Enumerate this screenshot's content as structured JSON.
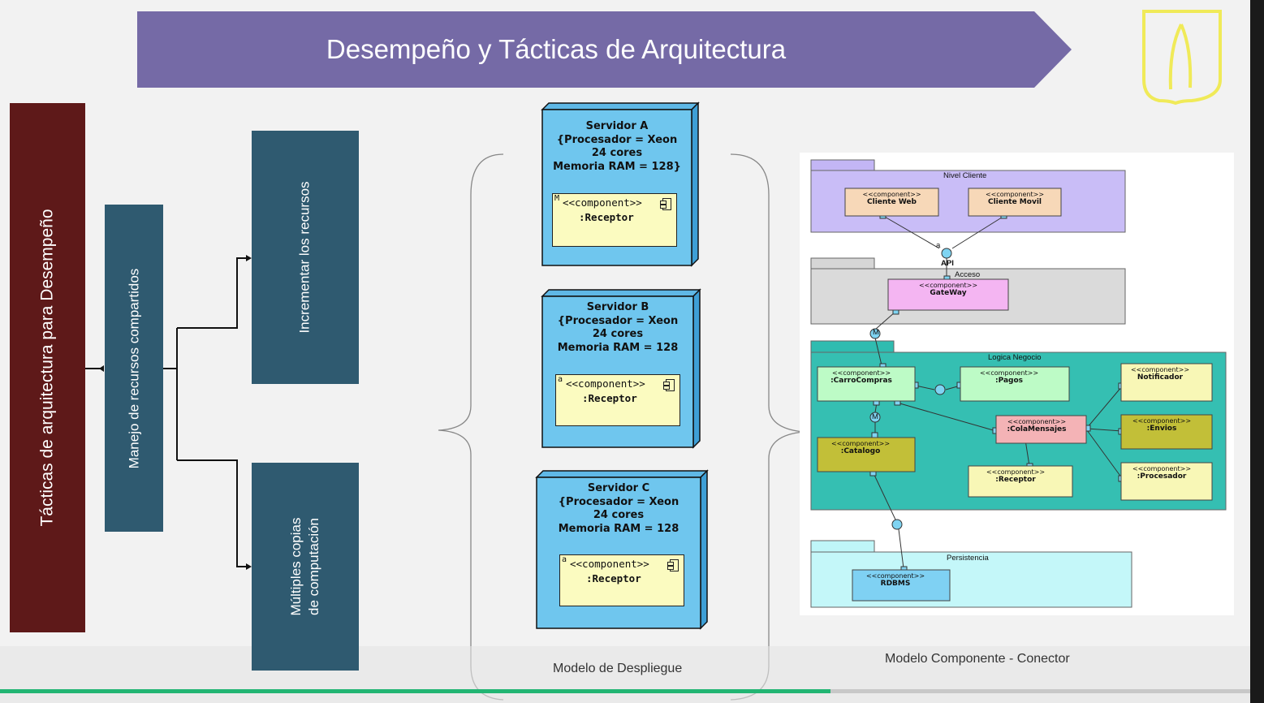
{
  "header": {
    "title": "Desempeño y Tácticas de Arquitectura"
  },
  "colors": {
    "banner": "#756aa6",
    "maroon": "#5e1919",
    "teal_box": "#2f5a70",
    "logo": "#f0ea58",
    "node": "#6fc6ee",
    "component": "#fbfbc0"
  },
  "tree": {
    "root": "Tácticas de arquitectura para Desempeño",
    "child": "Manejo de recursos compartidos",
    "leaves": [
      "Incrementar los recursos",
      "Múltiples copias de computación"
    ]
  },
  "deployment": {
    "caption": "Modelo de Despliegue",
    "nodes": [
      {
        "lines": [
          "Servidor A",
          "{Procesador = Xeon",
          "24 cores",
          "Memoria RAM = 128}"
        ],
        "marker": "M",
        "stereotype": "<<component>>",
        "name": ":Receptor"
      },
      {
        "lines": [
          "Servidor B",
          "{Procesador = Xeon",
          "24 cores",
          "Memoria RAM = 128"
        ],
        "marker": "a",
        "stereotype": "<<component>>",
        "name": ":Receptor"
      },
      {
        "lines": [
          "Servidor C",
          "{Procesador = Xeon",
          "24 cores",
          "Memoria RAM = 128"
        ],
        "marker": "a",
        "stereotype": "<<component>>",
        "name": ":Receptor"
      }
    ]
  },
  "component_model": {
    "caption": "Modelo Componente - Conector",
    "packages": {
      "cliente": "Nivel Cliente",
      "acceso": "Acceso",
      "negocio": "Logica Negocio",
      "persistencia": "Persistencia"
    },
    "stereotype": "<<component>>",
    "components": {
      "cliente_web": "Cliente Web",
      "cliente_movil": "Cliente Movil",
      "gateway": "GateWay",
      "carro": ":CarroCompras",
      "pagos": ":Pagos",
      "notificador": "Notificador",
      "cola": ":ColaMensajes",
      "envios": ":Envios",
      "catalogo": ":Catalogo",
      "receptor": ":Receptor",
      "procesador": ":Procesador",
      "rdbms": "RDBMS"
    },
    "interface_api": "API",
    "markers": {
      "a": "a",
      "m": "M"
    }
  },
  "progress": {
    "played_fraction": 0.664
  }
}
